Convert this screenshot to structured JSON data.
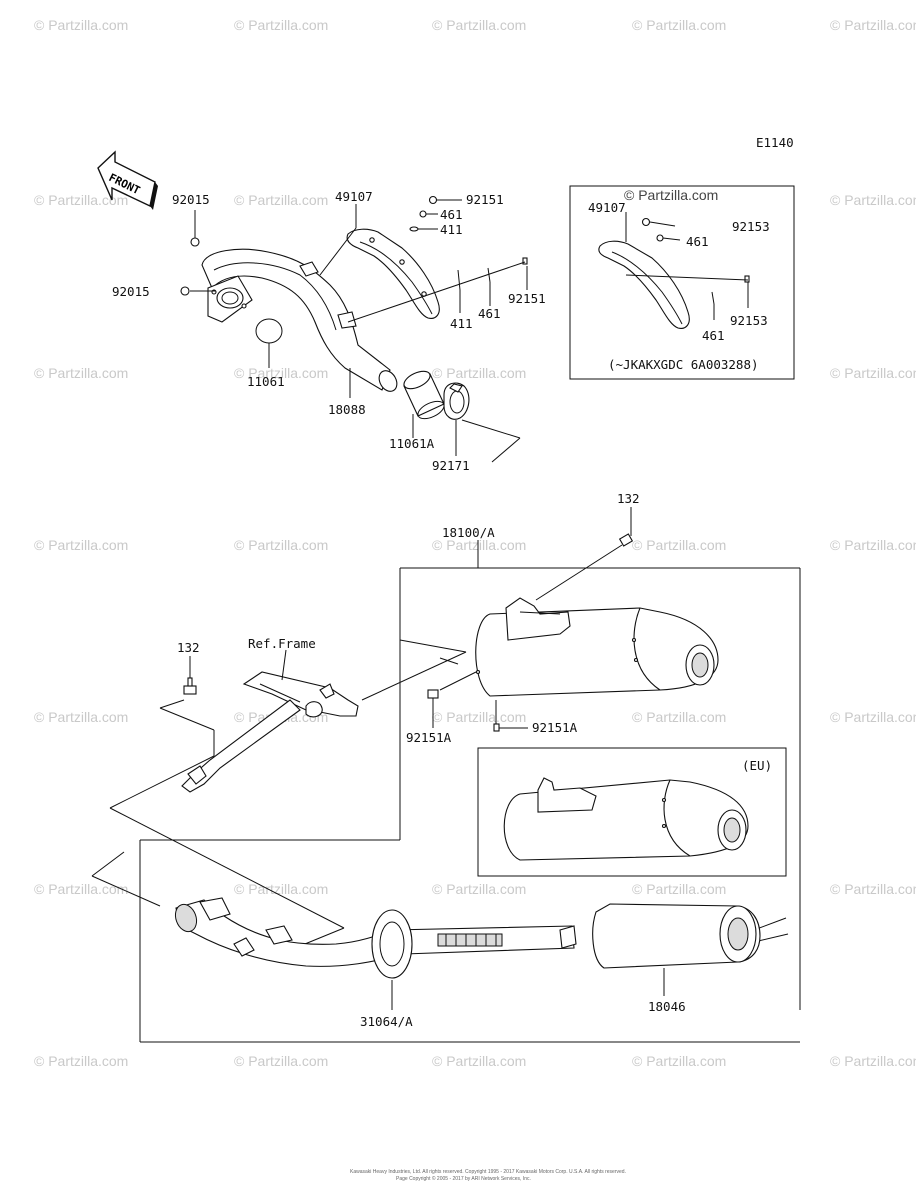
{
  "diagram_code": "E1140",
  "front_label": "FRONT",
  "watermark": "© Partzilla.com",
  "variant_note": "(~JKAKXGDC 6A003288)",
  "eu_note": "(EU)",
  "ref_frame": "Ref.Frame",
  "copyright_line1": "Kawasaki Heavy Industries, Ltd. All rights reserved. Copyright 1995 - 2017 Kawasaki Motors Corp. U.S.A. All rights reserved.",
  "copyright_line2": "Page Copyright © 2005 - 2017 by ARI Network Services, Inc.",
  "parts": {
    "p92015_top": "92015",
    "p92015_left": "92015",
    "p11061": "11061",
    "p18088": "18088",
    "p11061A": "11061A",
    "p92171": "92171",
    "p49107": "49107",
    "p92151_a": "92151",
    "p461_a": "461",
    "p411_a": "411",
    "p411_b": "411",
    "p461_b": "461",
    "p92151_b": "92151",
    "p49107_box": "49107",
    "p92153_a": "92153",
    "p461_box_a": "461",
    "p461_box_b": "461",
    "p92153_b": "92153",
    "p132_top": "132",
    "p18100A": "18100/A",
    "p132_left": "132",
    "p92151A_left": "92151A",
    "p92151A_right": "92151A",
    "p31064A": "31064/A",
    "p18046": "18046"
  }
}
